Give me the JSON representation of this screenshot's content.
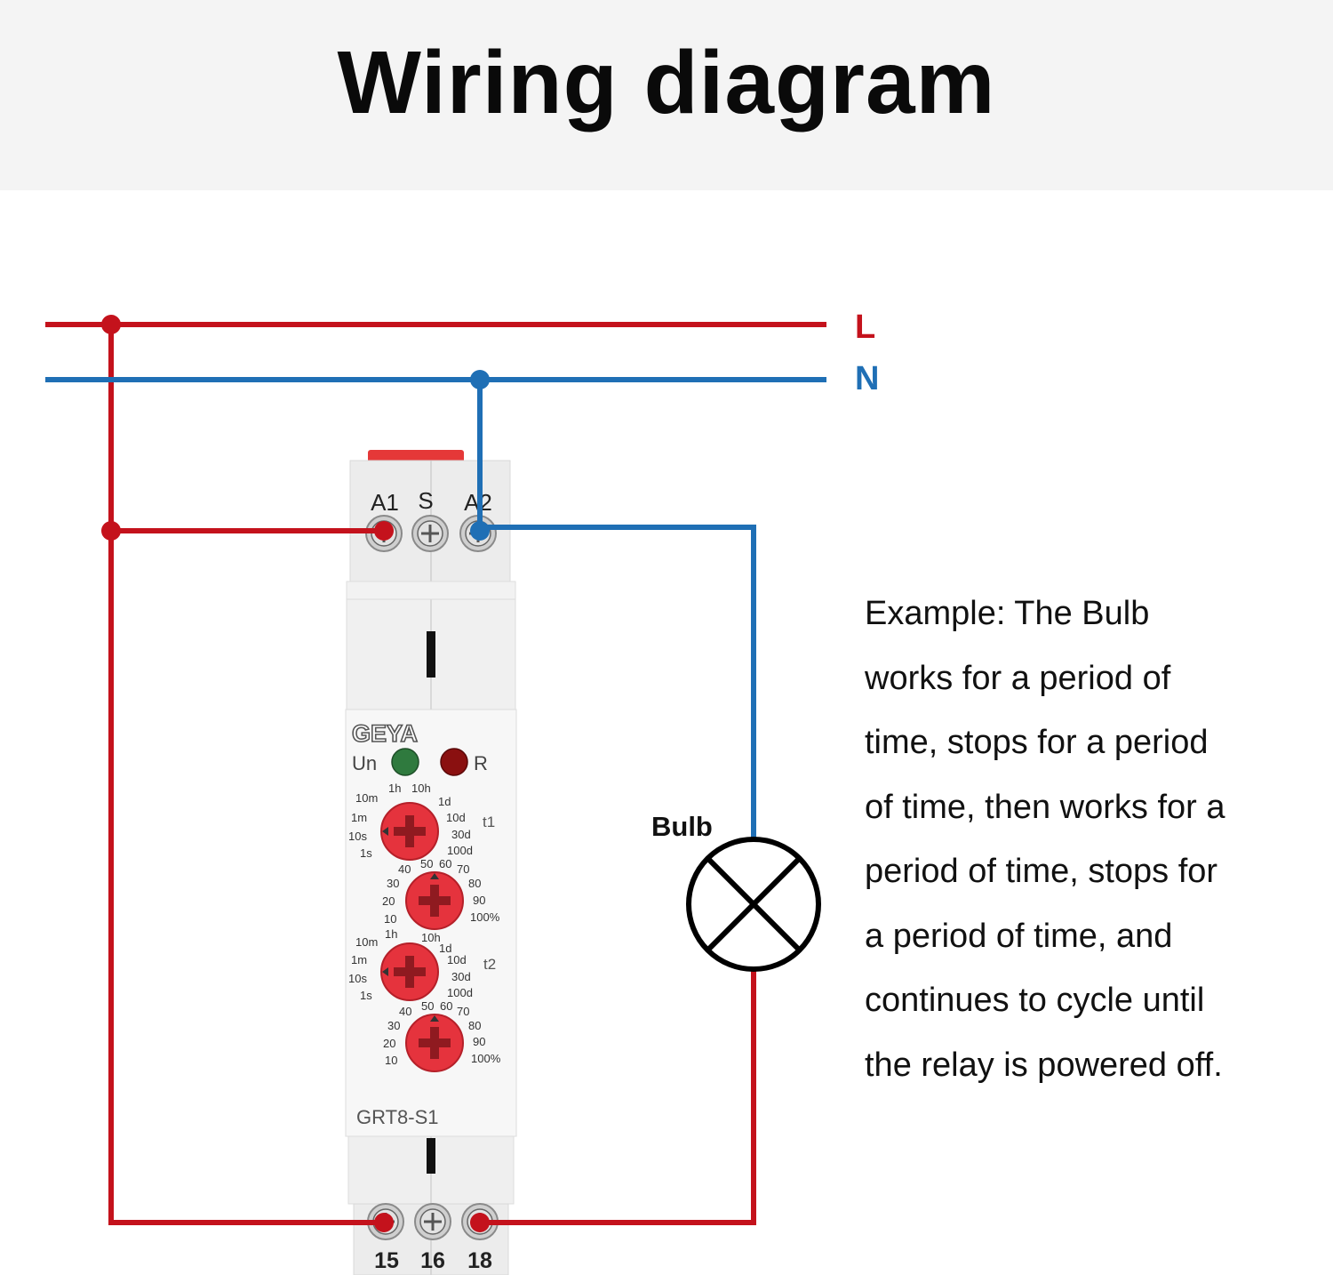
{
  "header": {
    "title": "Wiring diagram"
  },
  "lines": {
    "l_label": "L",
    "n_label": "N"
  },
  "colors": {
    "live": "#c4121c",
    "neutral": "#1f6fb5",
    "knob": "#e5333d",
    "header_bg": "#f4f4f4",
    "led_green": "#2f7a3e",
    "led_red": "#8a1010"
  },
  "relay": {
    "top_terminals": [
      "A1",
      "S",
      "A2"
    ],
    "brand": "GEYA",
    "led_un": "Un",
    "led_r": "R",
    "t1": "t1",
    "t2": "t2",
    "range_labels_left": [
      "10m",
      "1m",
      "10s",
      "1s"
    ],
    "range_labels_top": [
      "1h",
      "10h"
    ],
    "range_labels_right": [
      "1d",
      "10d",
      "30d",
      "100d"
    ],
    "pct_labels_top": [
      "40",
      "50",
      "60",
      "70"
    ],
    "pct_labels_left": [
      "30",
      "20",
      "10"
    ],
    "pct_labels_right": [
      "80",
      "90",
      "100%"
    ],
    "model": "GRT8-S1",
    "bottom_terminals": [
      "15",
      "16",
      "18"
    ]
  },
  "bulb": {
    "label": "Bulb"
  },
  "description": [
    "Example: The Bulb",
    "works for a period of",
    "time, stops for a period",
    "of time, then works for a",
    "period of time, stops for",
    "a period of time, and",
    "continues to cycle until",
    "the relay is powered off."
  ]
}
